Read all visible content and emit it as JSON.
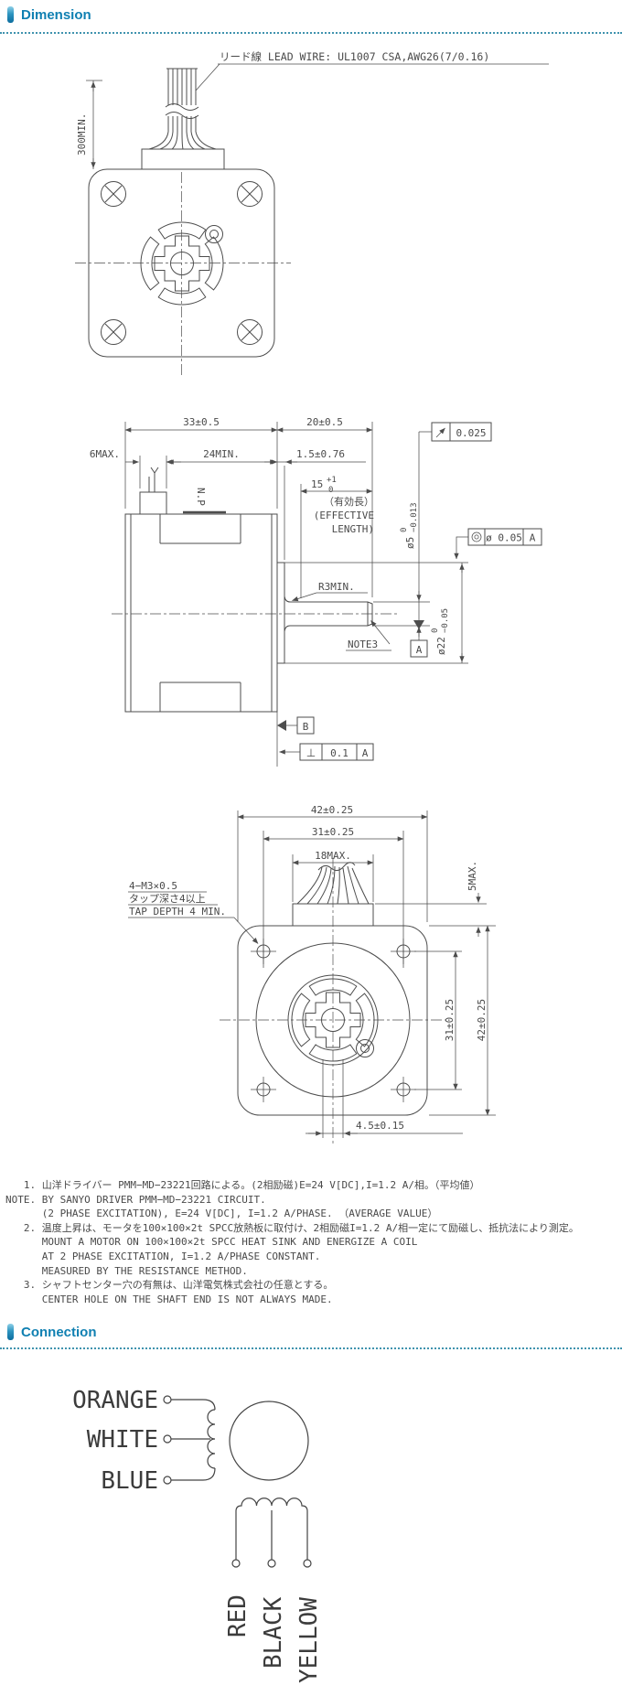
{
  "colors": {
    "accent": "#1080b2",
    "dotted_rule": "#4093ae",
    "drawing_line": "#4d4d4d"
  },
  "sections": [
    {
      "title": "Dimension"
    },
    {
      "title": "Connection"
    }
  ],
  "dim": {
    "lead_wire": "リード線 LEAD WIRE: UL1007 CSA,AWG26(7/0.16)",
    "wire_min": "300MIN.",
    "len_total": "33±0.5",
    "len_shaft": "20±0.5",
    "len_block": "6MAX.",
    "len_body": "24MIN.",
    "len_boss": "1.5±0.76",
    "eff_len": "15",
    "eff_tol_up": "+1",
    "eff_tol_lo": "0",
    "eff_jp": "（有効長）",
    "eff_en1": "(EFFECTIVE",
    "eff_en2": "LENGTH)",
    "nameplate": "N.P",
    "fillet": "R3MIN.",
    "note_ref": "NOTE3",
    "shaft_dia": "ø5",
    "shaft_dia_up": "0",
    "shaft_dia_lo": "−0.013",
    "boss_dia": "ø22",
    "boss_dia_up": "0",
    "boss_dia_lo": "−0.05",
    "runout_tol": "0.025",
    "conc_tol": "ø 0.05",
    "conc_datum": "A",
    "datum_a": "A",
    "datum_b": "B",
    "perp_sym": "⊥",
    "perp_tol": "0.1",
    "perp_datum": "A",
    "front_width": "42±0.25",
    "hole_pitch_h": "31±0.25",
    "wire_width": "18MAX.",
    "block_height": "5MAX.",
    "hole_pitch_v": "31±0.25",
    "front_height": "42±0.25",
    "wire_offset": "4.5±0.15",
    "tap1": "4−M3×0.5",
    "tap2": "タップ深さ4以上",
    "tap3": "TAP DEPTH 4 MIN."
  },
  "notes": [
    "   1. 山洋ドライバー PMM−MD−23221回路による。(2相励磁)E=24 V[DC],I=1.2 A/相。（平均値）",
    "NOTE. BY SANYO DRIVER PMM−MD−23221 CIRCUIT.",
    "      (2 PHASE EXCITATION), E=24 V[DC], I=1.2 A/PHASE. （AVERAGE VALUE）",
    "   2. 温度上昇は、モータを100×100×2t SPCC放熱板に取付け、2相励磁I=1.2 A/相一定にて励磁し、抵抗法により測定。",
    "      MOUNT A MOTOR ON 100×100×2t SPCC HEAT SINK AND ENERGIZE A COIL",
    "      AT 2 PHASE EXCITATION, I=1.2 A/PHASE CONSTANT.",
    "      MEASURED BY THE RESISTANCE METHOD.",
    "   3. シャフトセンター穴の有無は、山洋電気株式会社の任意とする。",
    "      CENTER HOLE ON THE SHAFT END IS NOT ALWAYS MADE."
  ],
  "connection": {
    "phase_a": [
      "ORANGE",
      "WHITE",
      "BLUE"
    ],
    "phase_b": [
      "RED",
      "BLACK",
      "YELLOW"
    ]
  }
}
